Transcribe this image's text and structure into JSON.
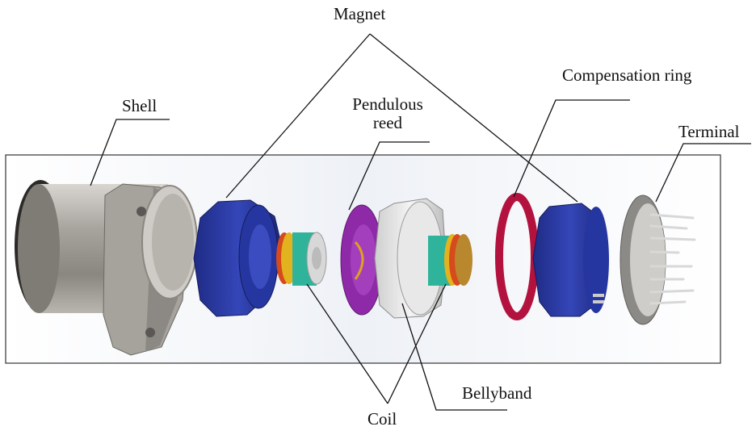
{
  "labels": {
    "magnet": "Magnet",
    "compensation_ring": "Compensation ring",
    "shell": "Shell",
    "pendulous_reed_line1": "Pendulous",
    "pendulous_reed_line2": "reed",
    "terminal": "Terminal",
    "bellyband": "Bellyband",
    "coil": "Coil"
  },
  "colors": {
    "frame": "#333333",
    "magnet_blue": "#2b3aa0",
    "compensation_red": "#b3123f",
    "reed_purple": "#8e2aa8",
    "coil_teal": "#2fb39a",
    "shell_gray": "#9a9690"
  }
}
